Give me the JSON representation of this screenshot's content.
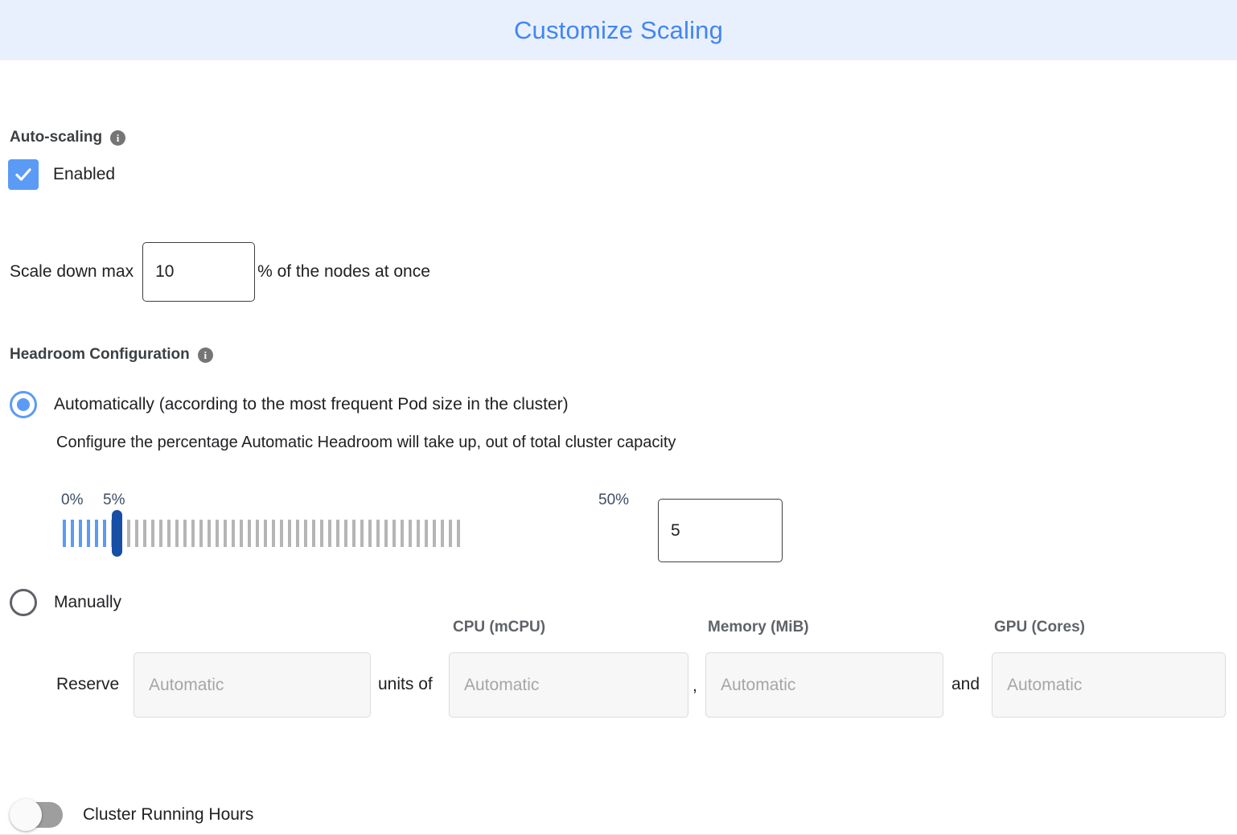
{
  "header": {
    "title": "Customize Scaling"
  },
  "autoscaling": {
    "label": "Auto-scaling",
    "info_icon": "info-icon",
    "enabled_label": "Enabled",
    "enabled_checked": true,
    "scale_down": {
      "prefix_label": "Scale down max",
      "value": "10",
      "suffix_label": "% of the nodes at once"
    }
  },
  "headroom": {
    "label": "Headroom Configuration",
    "info_icon": "info-icon",
    "options": [
      {
        "label": "Automatically (according to the most frequent Pod size in the cluster)",
        "selected": true
      },
      {
        "label": "Manually",
        "selected": false
      }
    ],
    "description": "Configure the percentage Automatic Headroom will take up, out of total cluster capacity",
    "slider": {
      "min_label": "0%",
      "current_label": "5%",
      "max_label": "50%",
      "min": 0,
      "max": 50,
      "value": 5,
      "tick_count": 50,
      "active_color": "#5b9bf5",
      "inactive_color": "#b5b5b5",
      "thumb_color": "#174ea6"
    },
    "value_input": "5",
    "manual": {
      "reserve_label": "Reserve",
      "units_of_label": "units of",
      "comma_label": ",",
      "and_label": "and",
      "column_headers": [
        "CPU (mCPU)",
        "Memory (MiB)",
        "GPU (Cores)"
      ],
      "fields": [
        {
          "name": "units",
          "placeholder": "Automatic",
          "value": ""
        },
        {
          "name": "cpu",
          "placeholder": "Automatic",
          "value": ""
        },
        {
          "name": "memory",
          "placeholder": "Automatic",
          "value": ""
        },
        {
          "name": "gpu",
          "placeholder": "Automatic",
          "value": ""
        }
      ]
    }
  },
  "cluster_running_hours": {
    "label": "Cluster Running Hours",
    "enabled": false
  },
  "colors": {
    "header_bg": "#e9f0fd",
    "header_text": "#4285f4",
    "accent": "#5b9bf5",
    "slider_thumb": "#174ea6",
    "text": "#202124"
  }
}
